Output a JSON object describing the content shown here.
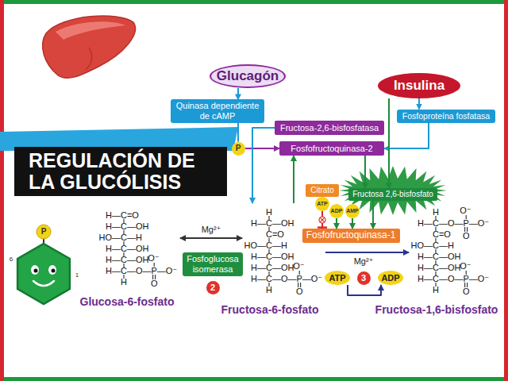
{
  "diagram": {
    "title": "REGULACIÓN DE LA GLUCÓLISIS",
    "nodes": [
      {
        "text": [
          "Glucagón"
        ]
      },
      {
        "text": [
          "Insulina"
        ]
      },
      {
        "text": [
          "Quinasa dependiente de cAMP"
        ]
      },
      {
        "text": [
          "Fosfoproteína fosfatasa"
        ]
      },
      {
        "text": [
          "P"
        ]
      },
      {
        "text": [
          "Fructosa-2,6-bisfosfatasa"
        ]
      },
      {
        "text": [
          "Fosfofructoquinasa-2"
        ]
      },
      {
        "text": [
          "Citrato"
        ]
      },
      {
        "text": [
          "ATP"
        ]
      },
      {
        "text": [
          "Fructosa 2,6-bisfosfato"
        ]
      },
      {
        "text": [
          "ADP"
        ]
      },
      {
        "text": [
          "AMP"
        ]
      },
      {
        "text": [
          "Fosfofructoquinasa-1"
        ]
      },
      {
        "text": [
          "Glucosa-6-fosfato"
        ]
      },
      {
        "text": [
          "Fructosa-6-fosfato"
        ]
      },
      {
        "text": [
          "Fructosa-1,6-bisfosfato"
        ]
      },
      {
        "text": [
          "Fosfoglucosa isomerasa"
        ]
      },
      {
        "text": [
          "ATP"
        ]
      },
      {
        "text": [
          "ADP"
        ]
      }
    ],
    "edges": [
      {
        "from": 0,
        "to": 2,
        "arrow": "to"
      },
      {
        "from": 1,
        "to": 3,
        "arrow": "to"
      },
      {
        "from": 2,
        "to": 4,
        "arrow": "none"
      },
      {
        "from": 4,
        "to": 6,
        "arrow": "to"
      },
      {
        "from": 3,
        "to": 6,
        "arrow": "to"
      },
      {
        "from": 5,
        "to": 14,
        "arrow": "to"
      },
      {
        "from": 14,
        "to": 6,
        "arrow": "to"
      },
      {
        "from": 6,
        "to": 9,
        "arrow": "to"
      },
      {
        "from": 1,
        "to": 9,
        "arrow": "to"
      },
      {
        "from": 9,
        "to": 12,
        "arrow": "to"
      },
      {
        "from": 8,
        "to": 12,
        "arrow": "none"
      },
      {
        "from": 10,
        "to": 12,
        "arrow": "to"
      },
      {
        "from": 11,
        "to": 12,
        "arrow": "to"
      },
      {
        "from": 13,
        "to": 14,
        "label": "Mg²⁺",
        "arrow": "both"
      },
      {
        "from": 14,
        "to": 15,
        "label": "Mg²⁺",
        "arrow": "to"
      },
      {
        "from": 17,
        "to": 18,
        "arrow": "to"
      }
    ],
    "labels": [
      "2",
      "3",
      "P",
      "6",
      "1",
      "H—C=O",
      "H—C—OH",
      "HO—C—H",
      "H—C—OH",
      "H—C—OH",
      "H—C—O—P—O⁻",
      "H",
      "O⁻",
      "O",
      "H",
      "H—C—OH",
      "C=O",
      "HO—C—H",
      "H—C—OH",
      "H—C—OH",
      "H—C—O—P—O⁻",
      "H",
      "O⁻",
      "O",
      "H",
      "H—C—O—P—O⁻",
      "C=O",
      "HO—C—H",
      "H—C—OH",
      "H—C—OH",
      "H—C—O—P—O⁻",
      "H",
      "O⁻",
      "O",
      "O⁻",
      "O"
    ]
  }
}
